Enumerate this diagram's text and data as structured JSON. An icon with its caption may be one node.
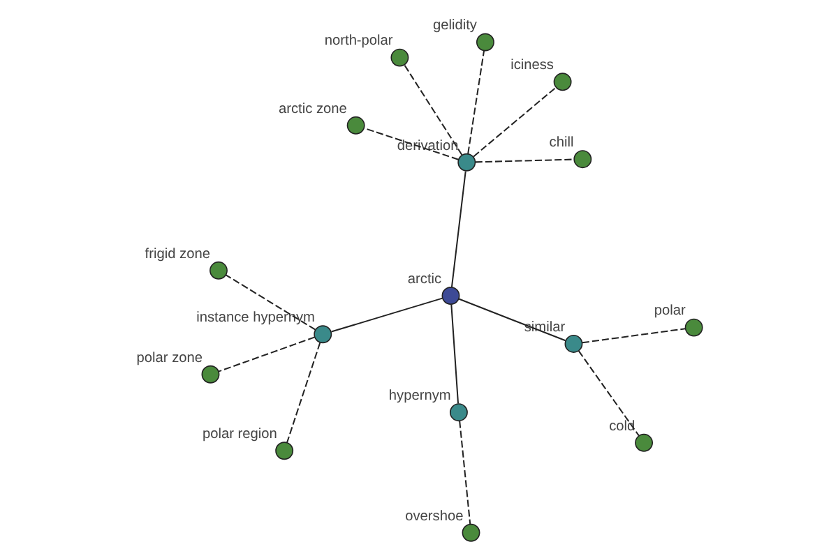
{
  "diagram": {
    "nodes": [
      {
        "text": [
          "polar"
        ]
      },
      {
        "text": [
          "cold"
        ]
      },
      {
        "text": [
          "polar region"
        ]
      },
      {
        "text": [
          "frigid zone"
        ]
      },
      {
        "text": [
          "similar"
        ]
      },
      {
        "text": [
          "instance hypernym"
        ]
      },
      {
        "text": [
          "polar zone"
        ]
      },
      {
        "text": [
          "arctic"
        ]
      },
      {
        "text": [
          "hypernym"
        ]
      },
      {
        "text": [
          "overshoe"
        ]
      },
      {
        "text": [
          "arctic zone"
        ]
      },
      {
        "text": [
          "derivation"
        ]
      },
      {
        "text": [
          "iciness"
        ]
      },
      {
        "text": [
          "gelidity"
        ]
      },
      {
        "text": [
          "north-polar"
        ]
      },
      {
        "text": [
          "chill"
        ]
      }
    ],
    "edges": [
      {
        "from": 7,
        "to": 4,
        "arrow": "none"
      },
      {
        "from": 7,
        "to": 5,
        "arrow": "none"
      },
      {
        "from": 7,
        "to": 8,
        "arrow": "none"
      },
      {
        "from": 7,
        "to": 11,
        "arrow": "none"
      },
      {
        "from": 4,
        "to": 1,
        "arrow": "none",
        "style": "dashed"
      },
      {
        "from": 4,
        "to": 0,
        "arrow": "none",
        "style": "dashed"
      },
      {
        "from": 5,
        "to": 2,
        "arrow": "none",
        "style": "dashed"
      },
      {
        "from": 5,
        "to": 3,
        "arrow": "none",
        "style": "dashed"
      },
      {
        "from": 5,
        "to": 6,
        "arrow": "none",
        "style": "dashed"
      },
      {
        "from": 8,
        "to": 9,
        "arrow": "none",
        "style": "dashed"
      },
      {
        "from": 11,
        "to": 10,
        "arrow": "none",
        "style": "dashed"
      },
      {
        "from": 11,
        "to": 14,
        "arrow": "none",
        "style": "dashed"
      },
      {
        "from": 11,
        "to": 15,
        "arrow": "none",
        "style": "dashed"
      },
      {
        "from": 11,
        "to": 13,
        "arrow": "none",
        "style": "dashed"
      },
      {
        "from": 11,
        "to": 12,
        "arrow": "none",
        "style": "dashed"
      }
    ]
  }
}
